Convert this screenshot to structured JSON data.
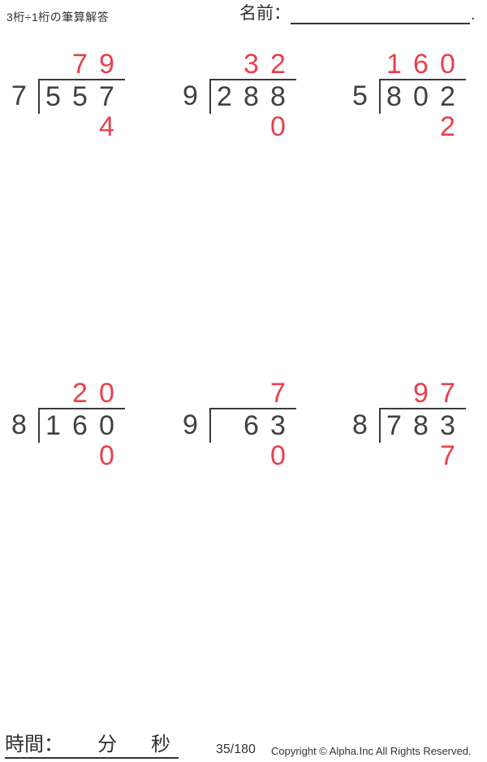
{
  "header": {
    "title": "3桁÷1桁の筆算解答",
    "name_label": "名前：",
    "name_period": "."
  },
  "problems": [
    {
      "divisor": "7",
      "dividend": [
        "5",
        "5",
        "7"
      ],
      "quotient": [
        "",
        "7",
        "9"
      ],
      "remainder": [
        "",
        "",
        "4"
      ]
    },
    {
      "divisor": "9",
      "dividend": [
        "2",
        "8",
        "8"
      ],
      "quotient": [
        "",
        "3",
        "2"
      ],
      "remainder": [
        "",
        "",
        "0"
      ]
    },
    {
      "divisor": "5",
      "dividend": [
        "8",
        "0",
        "2"
      ],
      "quotient": [
        "1",
        "6",
        "0"
      ],
      "remainder": [
        "",
        "",
        "2"
      ]
    },
    {
      "divisor": "8",
      "dividend": [
        "1",
        "6",
        "0"
      ],
      "quotient": [
        "",
        "2",
        "0"
      ],
      "remainder": [
        "",
        "",
        "0"
      ]
    },
    {
      "divisor": "9",
      "dividend": [
        "",
        "6",
        "3"
      ],
      "quotient": [
        "",
        "",
        "7"
      ],
      "remainder": [
        "",
        "",
        "0"
      ]
    },
    {
      "divisor": "8",
      "dividend": [
        "7",
        "8",
        "3"
      ],
      "quotient": [
        "",
        "9",
        "7"
      ],
      "remainder": [
        "",
        "",
        "7"
      ]
    }
  ],
  "footer": {
    "time_label": "時間：",
    "minutes_label": "分",
    "seconds_label": "秒",
    "page_number": "35/180",
    "copyright": "Copyright © Alpha.Inc All Rights Reserved."
  },
  "colors": {
    "answer_red": "#e8414d",
    "ink": "#414141",
    "line": "#3a3a3a"
  }
}
